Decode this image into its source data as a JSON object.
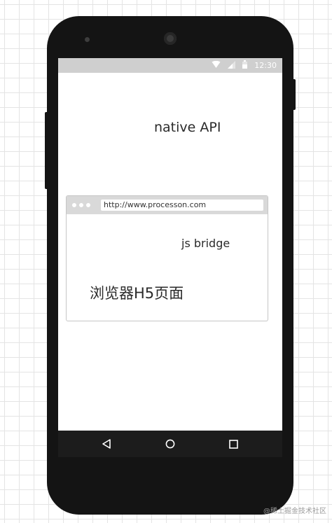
{
  "status_bar": {
    "time": "12:30",
    "icons": [
      "wifi-icon",
      "signal-icon",
      "battery-icon"
    ]
  },
  "screen": {
    "native_label": "native API"
  },
  "browser": {
    "url": "http://www.processon.com",
    "bridge_label": "js bridge",
    "page_label": "浏览器H5页面"
  },
  "nav_bar": {
    "buttons": [
      "back-icon",
      "home-icon",
      "recent-apps-icon"
    ]
  },
  "watermark": "@稀土掘金技术社区"
}
